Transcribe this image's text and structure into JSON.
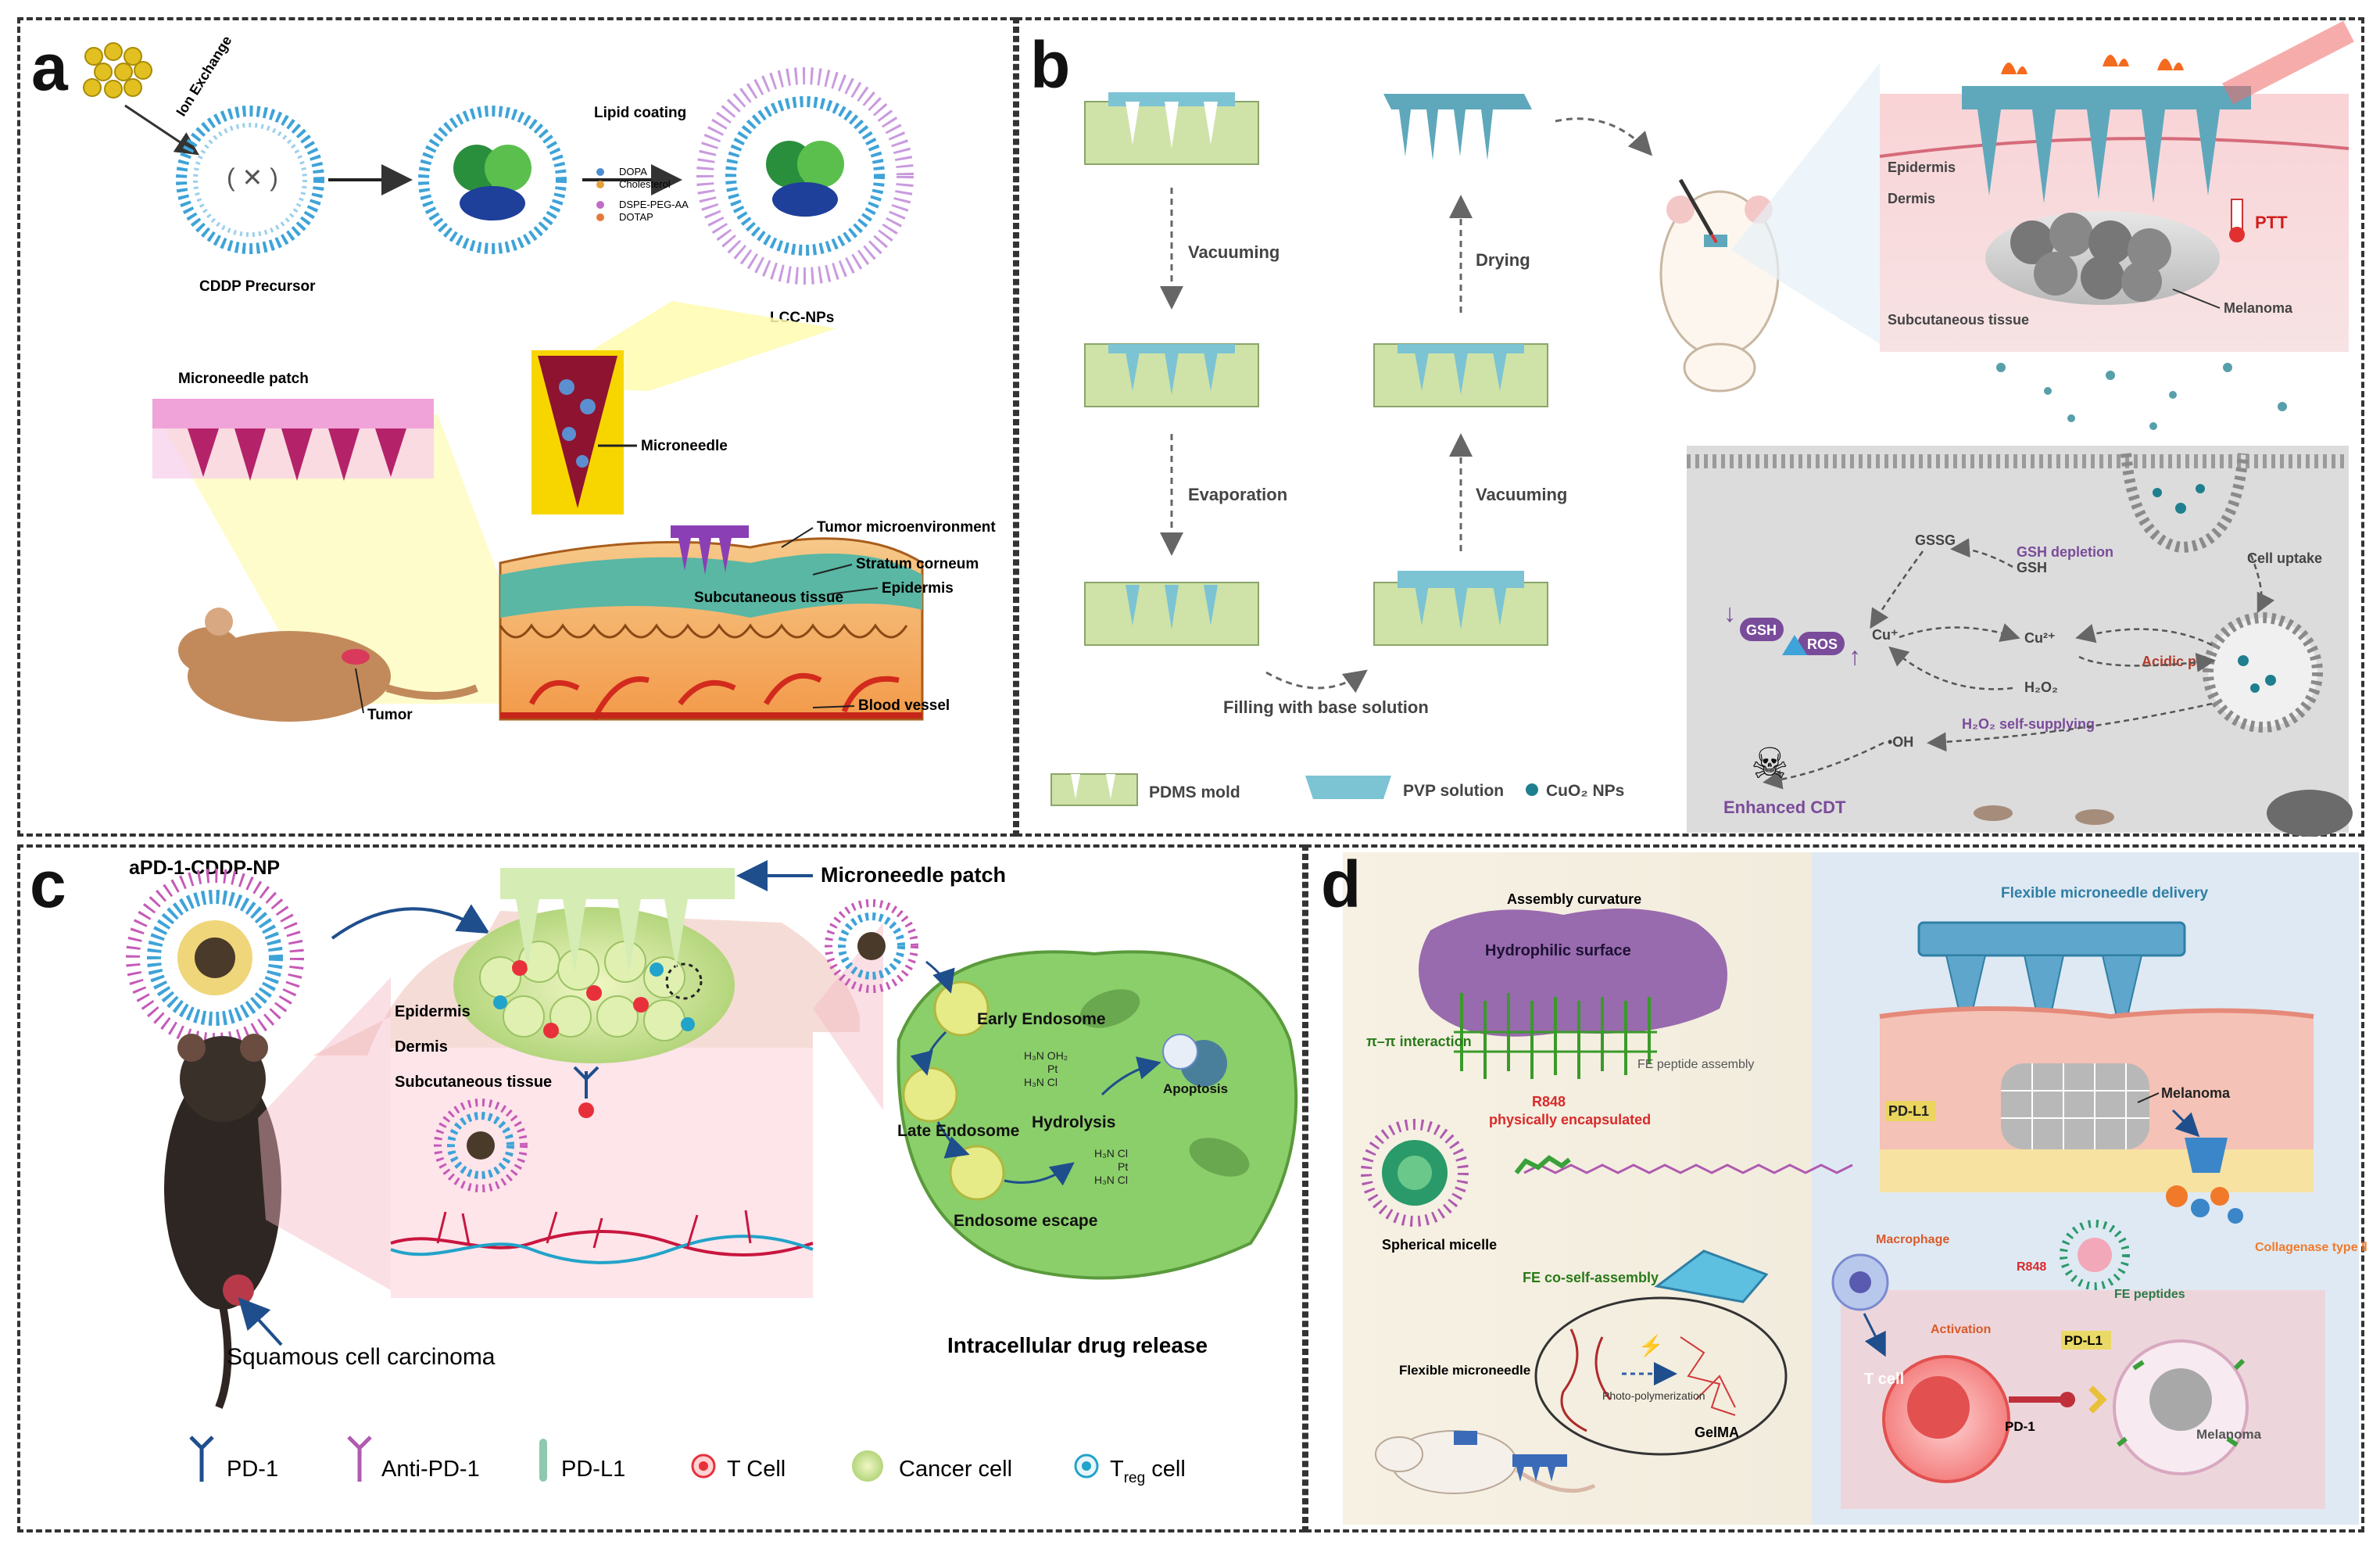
{
  "panels": {
    "a": {
      "letter": "a",
      "ion_exchange": "Ion Exchange",
      "lipid_coating": "Lipid coating",
      "legend": [
        "DOPA",
        "Cholesterol",
        "DSPE-PEG-AA",
        "DOTAP"
      ],
      "cddp_precursor": "CDDP Precursor",
      "lcc_nps": "LCC-NPs",
      "microneedle_patch": "Microneedle patch",
      "microneedle": "Microneedle",
      "tumor_microenvironment": "Tumor microenvironment",
      "stratum_corneum": "Stratum corneum",
      "epidermis": "Epidermis",
      "subcutaneous_tissue": "Subcutaneous tissue",
      "tumor": "Tumor",
      "blood_vessel": "Blood vessel"
    },
    "b": {
      "letter": "b",
      "vacuuming_1": "Vacuuming",
      "evaporation": "Evaporation",
      "drying": "Drying",
      "vacuuming_2": "Vacuuming",
      "filling": "Filling with base solution",
      "epidermis": "Epidermis",
      "dermis": "Dermis",
      "ptt": "PTT",
      "subcutaneous_tissue": "Subcutaneous tissue",
      "melanoma": "Melanoma",
      "gssg": "GSSG",
      "gsh_depletion": "GSH depletion",
      "gsh": "GSH",
      "cell_uptake": "Cell uptake",
      "gsh_badge": "GSH",
      "ros_badge": "ROS",
      "cu_plus": "Cu⁺",
      "cu_2plus": "Cu²⁺",
      "h2o2": "H₂O₂",
      "acidic_ph": "Acidic pH",
      "oh_radical": "•OH",
      "h2o2_self": "H₂O₂ self-supplying",
      "enhanced_cdt": "Enhanced CDT",
      "legend_pdms": "PDMS mold",
      "legend_pvp": "PVP solution",
      "legend_cuo2": "CuO₂ NPs",
      "colors": {
        "mold": "#cfe2a8",
        "pvp": "#7cc3d4",
        "cdt": "#7a4b9a",
        "acidic": "#b23a2a"
      }
    },
    "c": {
      "letter": "c",
      "apd1_cddp_np": "aPD-1-CDDP-NP",
      "microneedle_patch": "Microneedle patch",
      "epidermis": "Epidermis",
      "dermis": "Dermis",
      "subcutaneous_tissue": "Subcutaneous tissue",
      "early_endosome": "Early Endosome",
      "late_endosome": "Late Endosome",
      "hydrolysis": "Hydrolysis",
      "apoptosis": "Apoptosis",
      "endosome_escape": "Endosome escape",
      "squamous": "Squamous cell carcinoma",
      "intracellular": "Intracellular drug release",
      "legend": {
        "pd1": "PD-1",
        "anti_pd1": "Anti-PD-1",
        "pdl1": "PD-L1",
        "tcell": "T Cell",
        "cancer_cell": "Cancer cell",
        "treg_base": "T",
        "treg_sub": "reg",
        "treg_tail": " cell"
      }
    },
    "d": {
      "letter": "d",
      "assembly_curvature": "Assembly curvature",
      "hydrophilic_surface": "Hydrophilic surface",
      "pi_pi": "π–π interaction",
      "fe_peptide_assembly": "FE peptide assembly",
      "r848": "R848",
      "phys_encap": "physically encapsulated",
      "spherical_micelle": "Spherical micelle",
      "fe_co_self": "FE co-self-assembly",
      "flexible_microneedle": "Flexible microneedle",
      "photo_poly": "Photo-polymerization",
      "gelma": "GelMA",
      "flexible_delivery": "Flexible microneedle delivery",
      "pdl1": "PD-L1",
      "melanoma": "Melanoma",
      "macrophage": "Macrophage",
      "r848_2": "R848",
      "fe_peptides": "FE peptides",
      "collagenase": "Collagenase type Ⅱ",
      "activation": "Activation",
      "tcell": "T cell",
      "pdl1_2": "PD-L1",
      "pd1": "PD-1",
      "melanoma_2": "Melanoma"
    }
  }
}
